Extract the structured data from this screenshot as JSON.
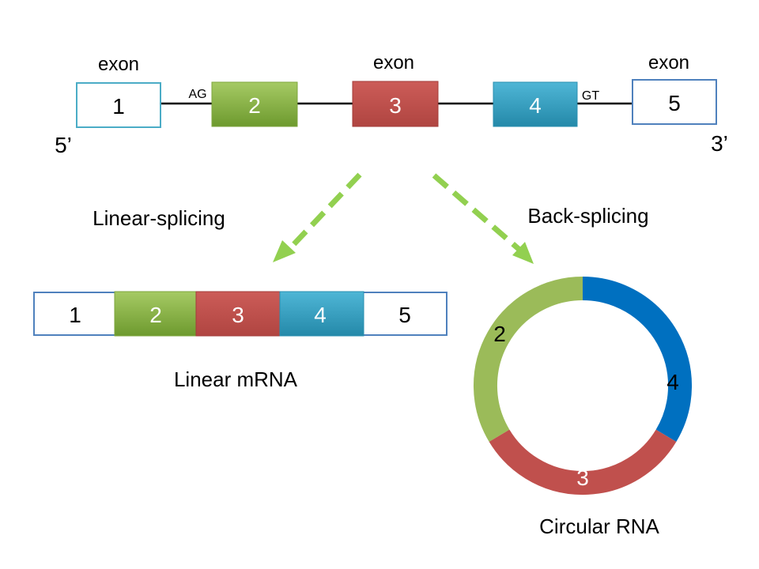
{
  "gene": {
    "exon_labels": [
      "exon",
      "exon",
      "exon"
    ],
    "five_prime": "5’",
    "three_prime": "3’",
    "acceptor_site": "AG",
    "donor_site": "GT",
    "exons": [
      "1",
      "2",
      "3",
      "4",
      "5"
    ]
  },
  "linear": {
    "process_label": "Linear-splicing",
    "product_label": "Linear mRNA",
    "exons": [
      "1",
      "2",
      "3",
      "4",
      "5"
    ]
  },
  "circular": {
    "process_label": "Back-splicing",
    "product_label": "Circular RNA",
    "segments": [
      "2",
      "4",
      "3"
    ]
  },
  "colors": {
    "exon2_green": "#8db84a",
    "exon3_red": "#c0504d",
    "exon4_blue": "#31a3c6",
    "ring_green": "#9bbb59",
    "ring_blue": "#0070c0",
    "ring_red": "#c0504d",
    "arrow_green": "#92d050"
  }
}
